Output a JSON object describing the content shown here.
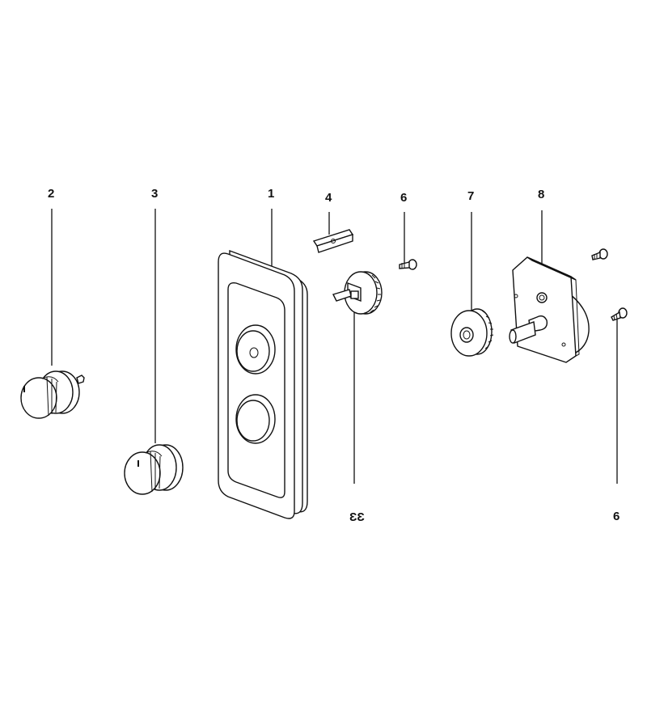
{
  "diagram": {
    "callouts": {
      "c1": "1",
      "c2": "2",
      "c3": "3",
      "c4": "4",
      "c5": "ƐƐ",
      "c6a": "6",
      "c6b": "6",
      "c7": "7",
      "c8": "8"
    },
    "parts": [
      {
        "id": "knob-2",
        "callout": "2"
      },
      {
        "id": "knob-3",
        "callout": "3"
      },
      {
        "id": "faceplate",
        "callout": "1"
      },
      {
        "id": "clip",
        "callout": "4"
      },
      {
        "id": "gear-ring",
        "callout": "ƐƐ"
      },
      {
        "id": "screw",
        "callout": "6"
      },
      {
        "id": "dial-disc",
        "callout": "7"
      },
      {
        "id": "timer-mechanism",
        "callout": "8"
      }
    ]
  }
}
